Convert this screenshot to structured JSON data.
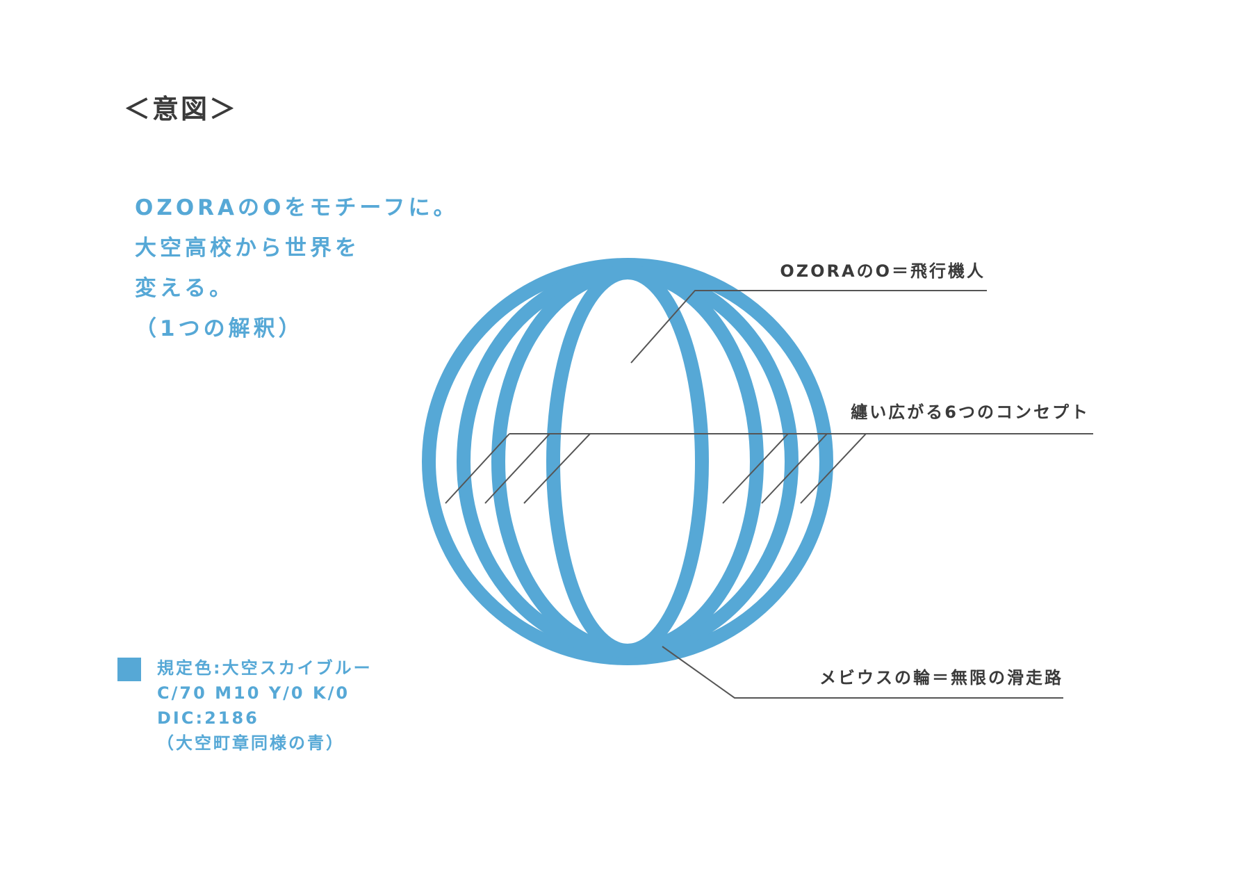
{
  "heading": "＜意図＞",
  "intent_lines": [
    "OZORAのOをモチーフに。",
    "大空高校から世界を",
    "変える。",
    "（1つの解釈）"
  ],
  "callouts": {
    "top": "OZORAのO＝飛行機人",
    "middle": "纏い広がる6つのコンセプト",
    "bottom": "メビウスの輪＝無限の滑走路"
  },
  "color_spec": {
    "name": "規定色:大空スカイブルー",
    "cmyk": "C/70 M10 Y/0 K/0",
    "dic": "DIC:2186",
    "note": "（大空町章同様の青）"
  },
  "colors": {
    "sky_blue": "#56a8d6",
    "text_dark": "#3a3a3a",
    "line_gray": "#555555"
  }
}
